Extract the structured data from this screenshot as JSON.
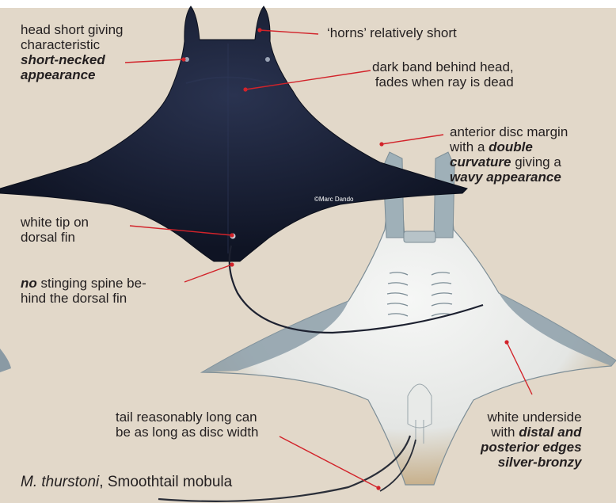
{
  "labels": {
    "head": {
      "line1": "head short giving",
      "line2": "characteristic",
      "em1": "short-necked",
      "em2": "appearance"
    },
    "horns": {
      "text": "‘horns’ relatively short"
    },
    "band": {
      "line1": "dark band behind head,",
      "line2": "fades when ray is dead"
    },
    "margin": {
      "line1": "anterior disc margin",
      "line2a": "with a ",
      "em1": "double",
      "em2": "curvature",
      "line3b": " giving a",
      "em3": "wavy appearance"
    },
    "whitetip": {
      "line1": "white tip on",
      "line2": "dorsal fin"
    },
    "spine": {
      "em": "no",
      "line1b": " stinging spine be-",
      "line2": "hind the dorsal fin"
    },
    "tail": {
      "line1": "tail reasonably long can",
      "line2": "be as long as disc width"
    },
    "underside": {
      "line1": "white underside",
      "line2a": "with ",
      "em1": "distal and",
      "em2": "posterior edges",
      "em3": "silver-bronzy"
    }
  },
  "credit": "©Marc Dando",
  "caption": {
    "species": "M. thurstoni",
    "sep": ", ",
    "common": "Smoothtail mobula"
  },
  "colors": {
    "background": "#e2d8c9",
    "leader": "#d2232a",
    "dorsal": "#1b2236",
    "ventral": "#eef0ef",
    "edge": "#8a9aa4",
    "bronze": "#c8b08a"
  }
}
